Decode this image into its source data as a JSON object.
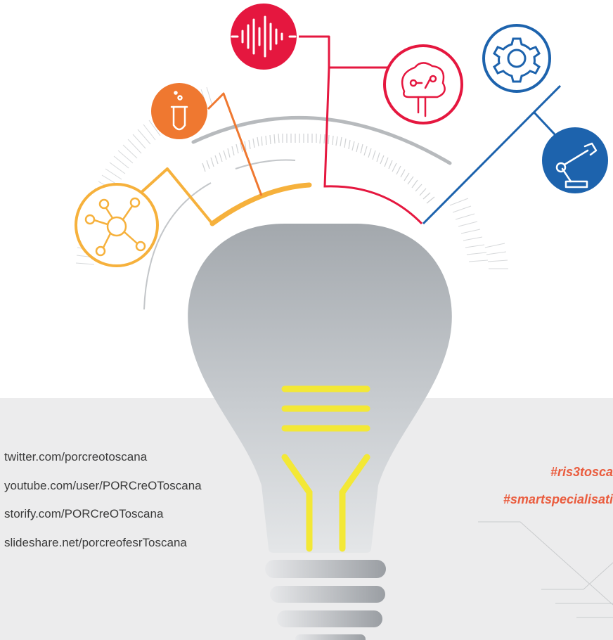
{
  "links": [
    "twitter.com/porcreotoscana",
    "youtube.com/user/PORCreOToscana",
    "storify.com/PORCreOToscana",
    "slideshare.net/porcreofesrToscana"
  ],
  "hashtags": [
    "#ris3tosca",
    "#smartspecialisati"
  ],
  "icons": [
    {
      "name": "molecule-icon",
      "color": "#f6b13c"
    },
    {
      "name": "test-tube-icon",
      "color": "#ef7830"
    },
    {
      "name": "sound-wave-icon",
      "color": "#e5173f"
    },
    {
      "name": "brain-circuit-icon",
      "color": "#e5173f"
    },
    {
      "name": "gear-icon",
      "color": "#1d63ad"
    },
    {
      "name": "robot-arm-icon",
      "color": "#1d63ad"
    }
  ],
  "colors": {
    "accent_orange": "#ef7830",
    "accent_yellow": "#f6b13c",
    "accent_red": "#e5173f",
    "accent_blue": "#1d63ad",
    "filament": "#f3e836",
    "hashtag": "#ea5c3e"
  }
}
